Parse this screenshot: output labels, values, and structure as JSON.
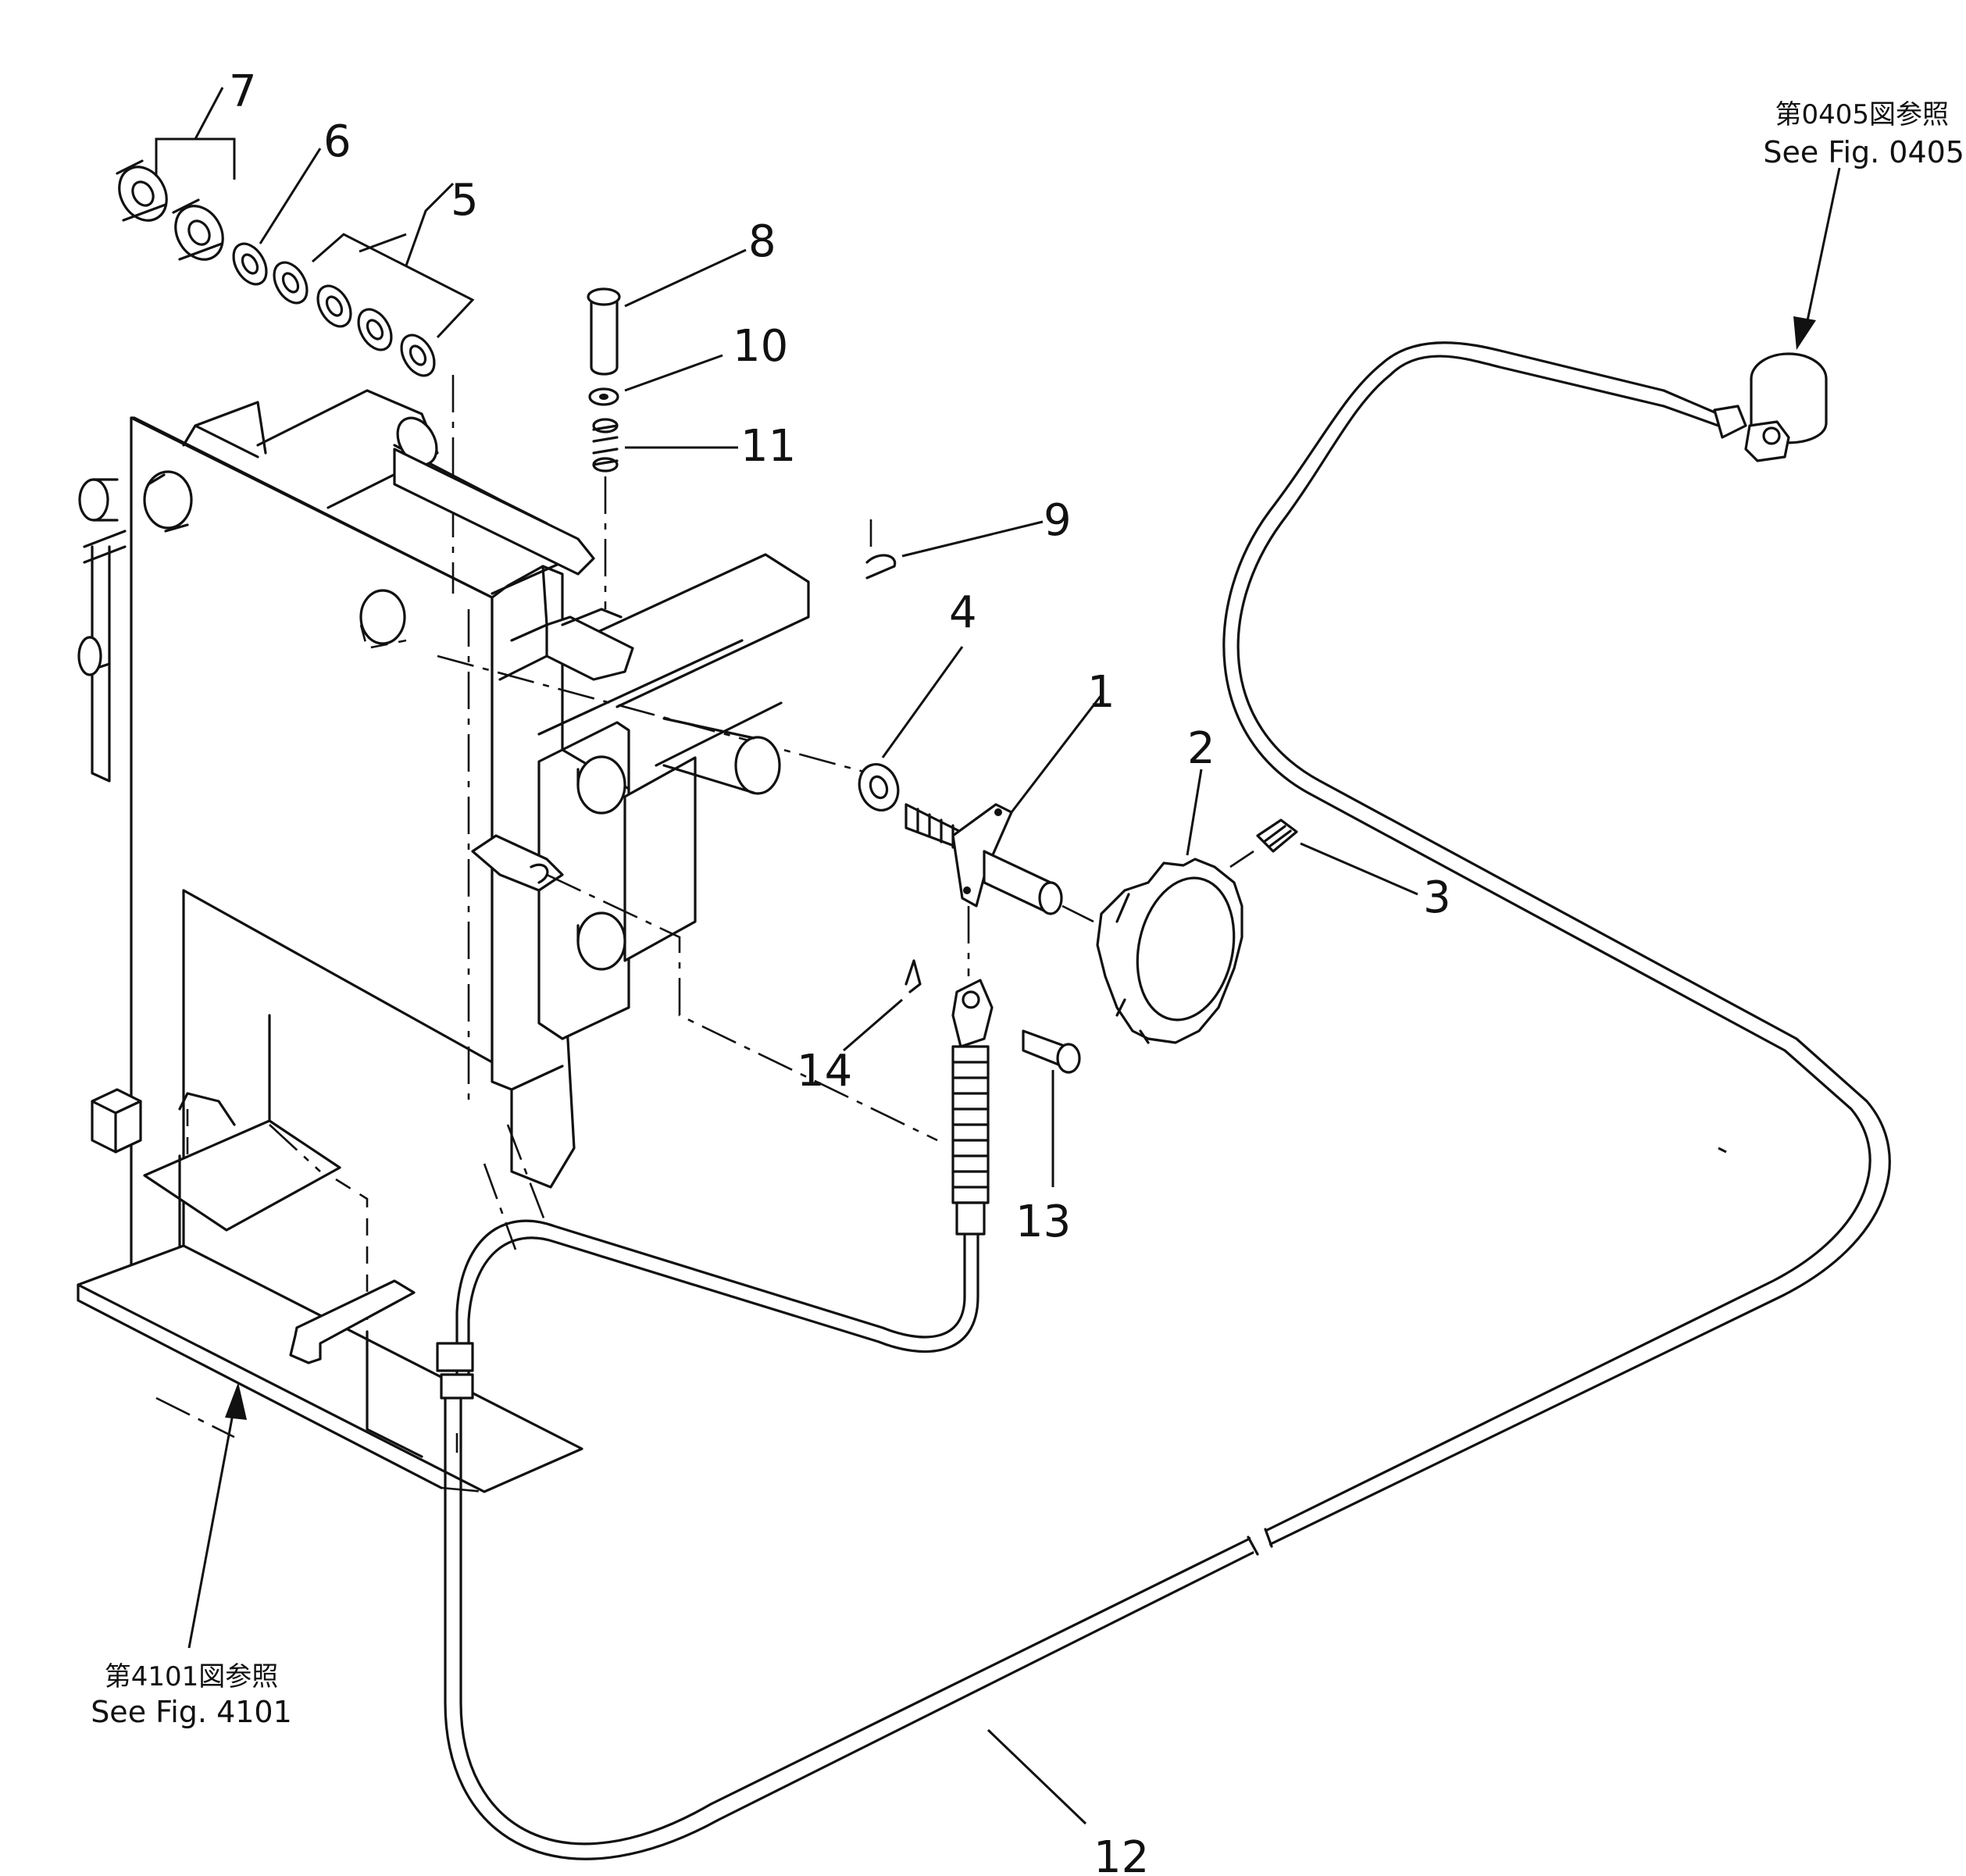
{
  "callouts": [
    "1",
    "2",
    "3",
    "4",
    "5",
    "6",
    "7",
    "8",
    "9",
    "10",
    "11",
    "12",
    "13",
    "14"
  ],
  "references": {
    "fig_0405": {
      "ja": "第0405図参照",
      "en": "See Fig. 0405"
    },
    "fig_4101": {
      "ja": "第4101図参照",
      "en": "See Fig. 4101"
    }
  }
}
